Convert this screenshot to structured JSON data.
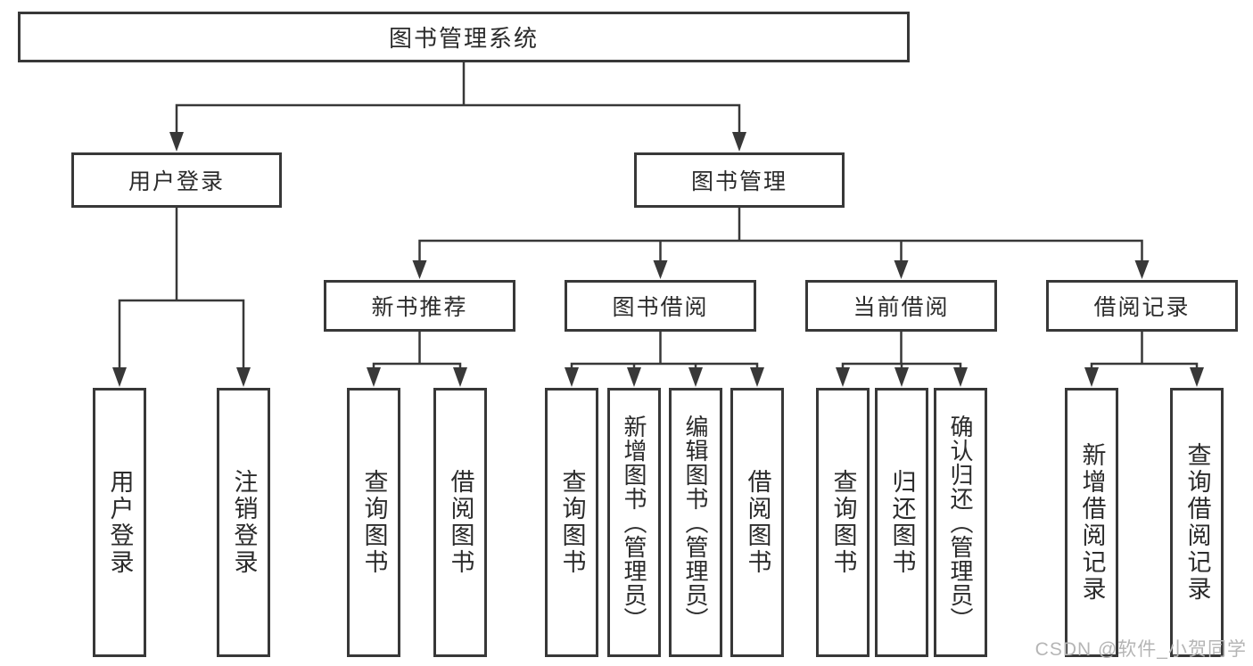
{
  "diagram": {
    "title": "图书管理系统",
    "root": {
      "label": "图书管理系统"
    },
    "branches": {
      "user_login": {
        "label": "用户登录"
      },
      "book_mgmt": {
        "label": "图书管理"
      }
    },
    "modules": [
      {
        "label": "新书推荐"
      },
      {
        "label": "图书借阅"
      },
      {
        "label": "当前借阅"
      },
      {
        "label": "借阅记录"
      }
    ],
    "leaves": {
      "g1": [
        {
          "label": "用户登录"
        },
        {
          "label": "注销登录"
        }
      ],
      "g2": [
        {
          "label": "查询图书"
        },
        {
          "label": "借阅图书"
        }
      ],
      "g3": [
        {
          "label": "查询图书"
        },
        {
          "label": "新增图书（管理员）"
        },
        {
          "label": "编辑图书（管理员）"
        },
        {
          "label": "借阅图书"
        }
      ],
      "g4": [
        {
          "label": "查询图书"
        },
        {
          "label": "归还图书"
        },
        {
          "label": "确认归还（管理员）"
        }
      ],
      "g5": [
        {
          "label": "新增借阅记录"
        },
        {
          "label": "查询借阅记录"
        }
      ]
    }
  },
  "watermark": {
    "text": "CSDN @软件_小贺同学"
  },
  "colors": {
    "line": "#383838",
    "border": "#383838",
    "text": "#2b2b2b",
    "watermark": "#b5b5b5",
    "background": "#ffffff"
  }
}
